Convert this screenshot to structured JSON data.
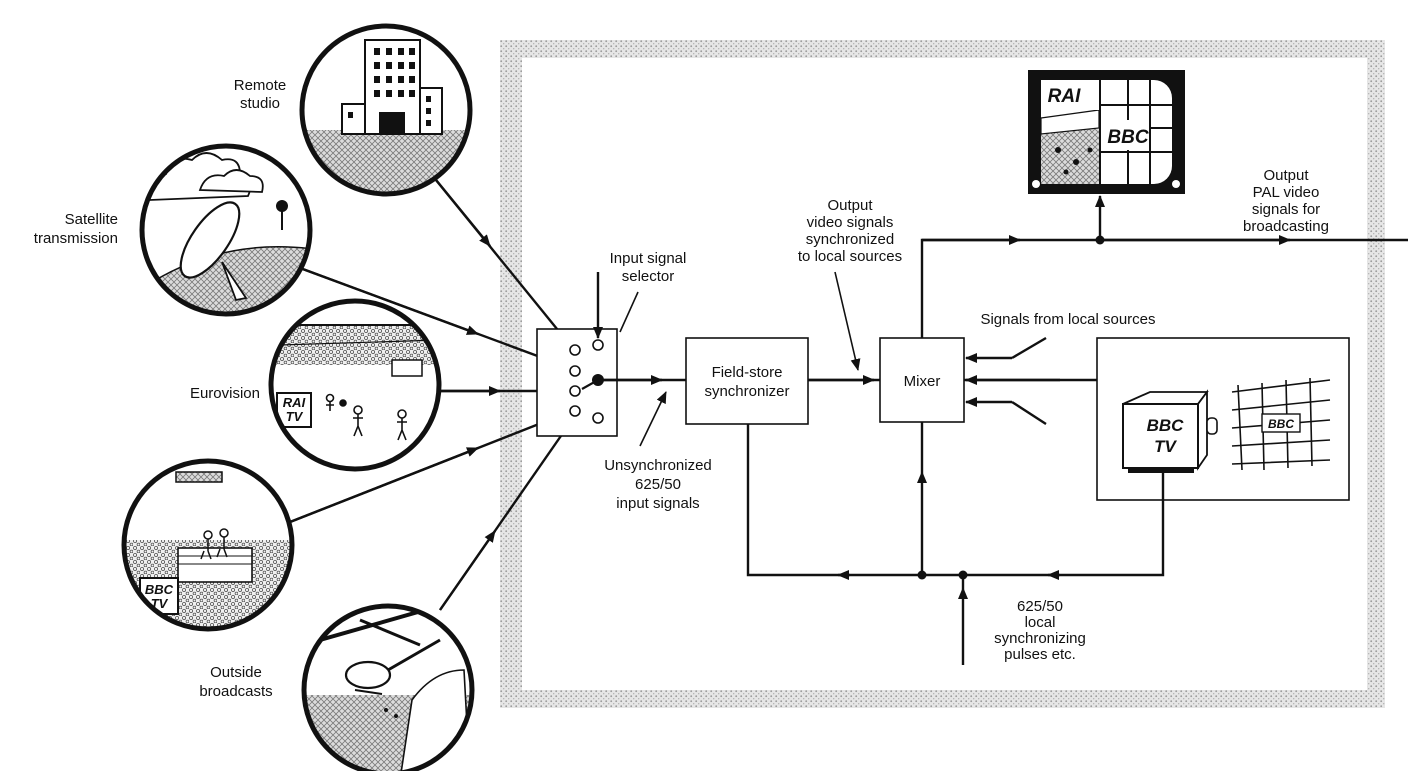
{
  "sources": {
    "remote_studio": [
      "Remote",
      "studio"
    ],
    "satellite": [
      "Satellite",
      "transmission"
    ],
    "eurovision": "Eurovision",
    "outside_broadcasts": [
      "Outside",
      "broadcasts"
    ]
  },
  "selector_label": [
    "Input signal",
    "selector"
  ],
  "unsync_label": [
    "Unsynchronized",
    "625/50",
    "input signals"
  ],
  "synchronizer_label": [
    "Field-store",
    "synchronizer"
  ],
  "sync_output_label": [
    "Output",
    "video signals",
    "synchronized",
    "to local sources"
  ],
  "mixer_label": "Mixer",
  "local_sources_label": "Signals from local sources",
  "pal_output_label": [
    "Output",
    "PAL video",
    "signals for",
    "broadcasting"
  ],
  "sync_pulses_label": [
    "625/50",
    "local",
    "synchronizing",
    "pulses etc."
  ],
  "monitor_labels": {
    "left": "RAI",
    "right": "BBC"
  },
  "eurovision_tv_label": [
    "RAI",
    "TV"
  ],
  "outside_tv_label": [
    "BBC",
    "TV"
  ],
  "camera_label": [
    "BBC",
    "TV"
  ],
  "grid_label": "BBC"
}
